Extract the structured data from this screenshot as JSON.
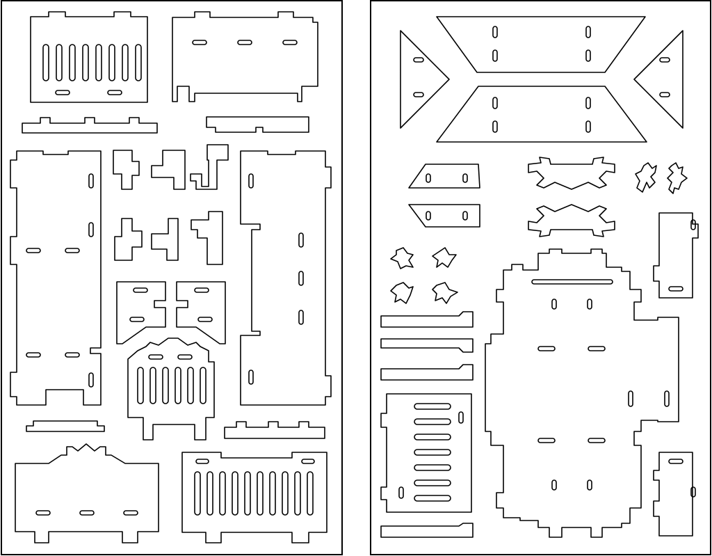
{
  "document": {
    "kind": "laser-cut part layout",
    "sheets": [
      {
        "name": "sheet-left"
      },
      {
        "name": "sheet-right"
      }
    ]
  },
  "colors": {
    "background": "#ffffff",
    "cut_line": "#000000"
  }
}
